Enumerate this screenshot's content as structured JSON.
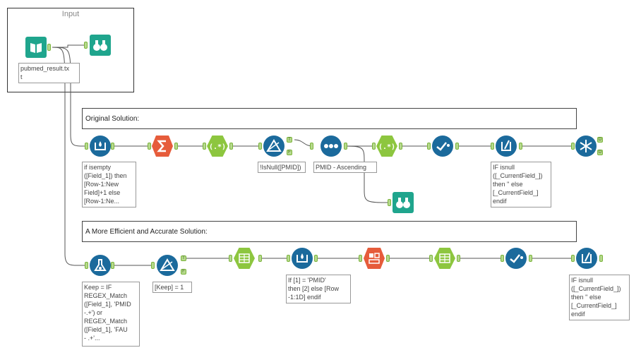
{
  "containers": {
    "input_title": "Input"
  },
  "comments": {
    "original": "Original Solution:",
    "efficient": "A More Efficient and Accurate Solution:"
  },
  "annotations": {
    "input_file": "pubmed_result.tx\nt",
    "multirow_1": "if isempty\n([Field_1]) then\n[Row-1:New\nField]+1 else\n[Row-1:Ne...",
    "filter_1": "!IsNull([PMID])",
    "sort_1": "PMID - Ascending",
    "multifield_1": "IF isnull\n([_CurrentField_])\nthen '' else\n[_CurrentField_]\nendif",
    "formula_2": "Keep = IF\nREGEX_Match\n([Field_1], 'PMID\n-.+') or\nREGEX_Match\n([Field_1], 'FAU\n- .+'...",
    "filter_2": "[Keep] = 1",
    "multirow_2": "If [1] = 'PMID'\nthen [2] else [Row\n-1:1D] endif",
    "multifield_2": "IF isnull\n([_CurrentField_])\nthen '' else\n[_CurrentField_]\nendif"
  },
  "anchor_labels": {
    "true": "T",
    "false": "F",
    "dynamic": "D"
  },
  "colors": {
    "blue": "#1b6a9c",
    "green": "#1fa58d",
    "orange": "#e65c3b",
    "lime": "#8dc63f",
    "wire": "#555555"
  },
  "icons": {
    "input": "book-icon",
    "browse": "binoculars-icon",
    "multirow": "multi-row-formula-icon",
    "summarize": "sigma-icon",
    "regex": "regex-icon",
    "filter": "filter-triangle-icon",
    "sort": "sort-dots-icon",
    "cleanse": "checkmark-wave-icon",
    "multifield": "multi-field-formula-icon",
    "crosstab": "snowflake-icon",
    "formula": "formula-flask-icon",
    "textcols": "text-to-columns-icon",
    "transpose": "transpose-icon"
  }
}
